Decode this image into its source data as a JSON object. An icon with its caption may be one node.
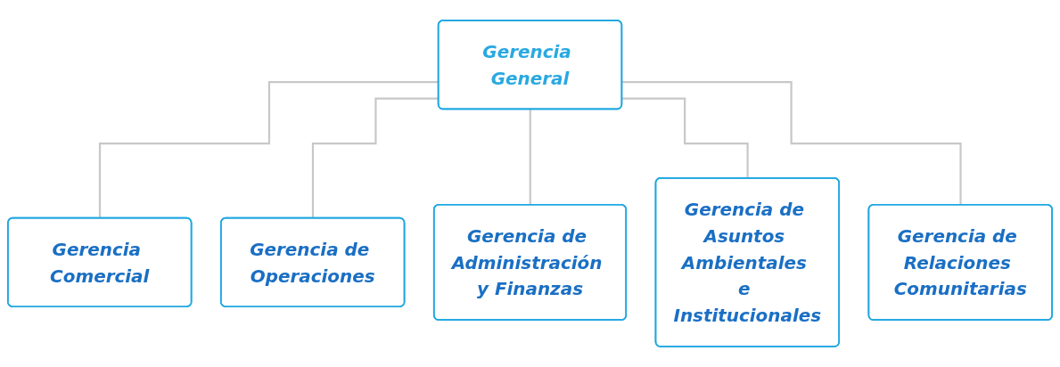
{
  "diagram": {
    "nodes": [
      {
        "text": [
          "Gerencia General"
        ]
      },
      {
        "text": [
          "Gerencia Comercial"
        ]
      },
      {
        "text": [
          "Gerencia de Operaciones"
        ]
      },
      {
        "text": [
          "Gerencia de Administración y Finanzas"
        ]
      },
      {
        "text": [
          "Gerencia de Asuntos Ambientales e Institucionales"
        ]
      },
      {
        "text": [
          "Gerencia de Relaciones Comunitarias"
        ]
      }
    ],
    "edges": [
      {
        "from": 0,
        "to": 1,
        "arrow": "none"
      },
      {
        "from": 0,
        "to": 2,
        "arrow": "none"
      },
      {
        "from": 0,
        "to": 3,
        "arrow": "none"
      },
      {
        "from": 0,
        "to": 4,
        "arrow": "none"
      },
      {
        "from": 0,
        "to": 5,
        "arrow": "none"
      }
    ]
  }
}
